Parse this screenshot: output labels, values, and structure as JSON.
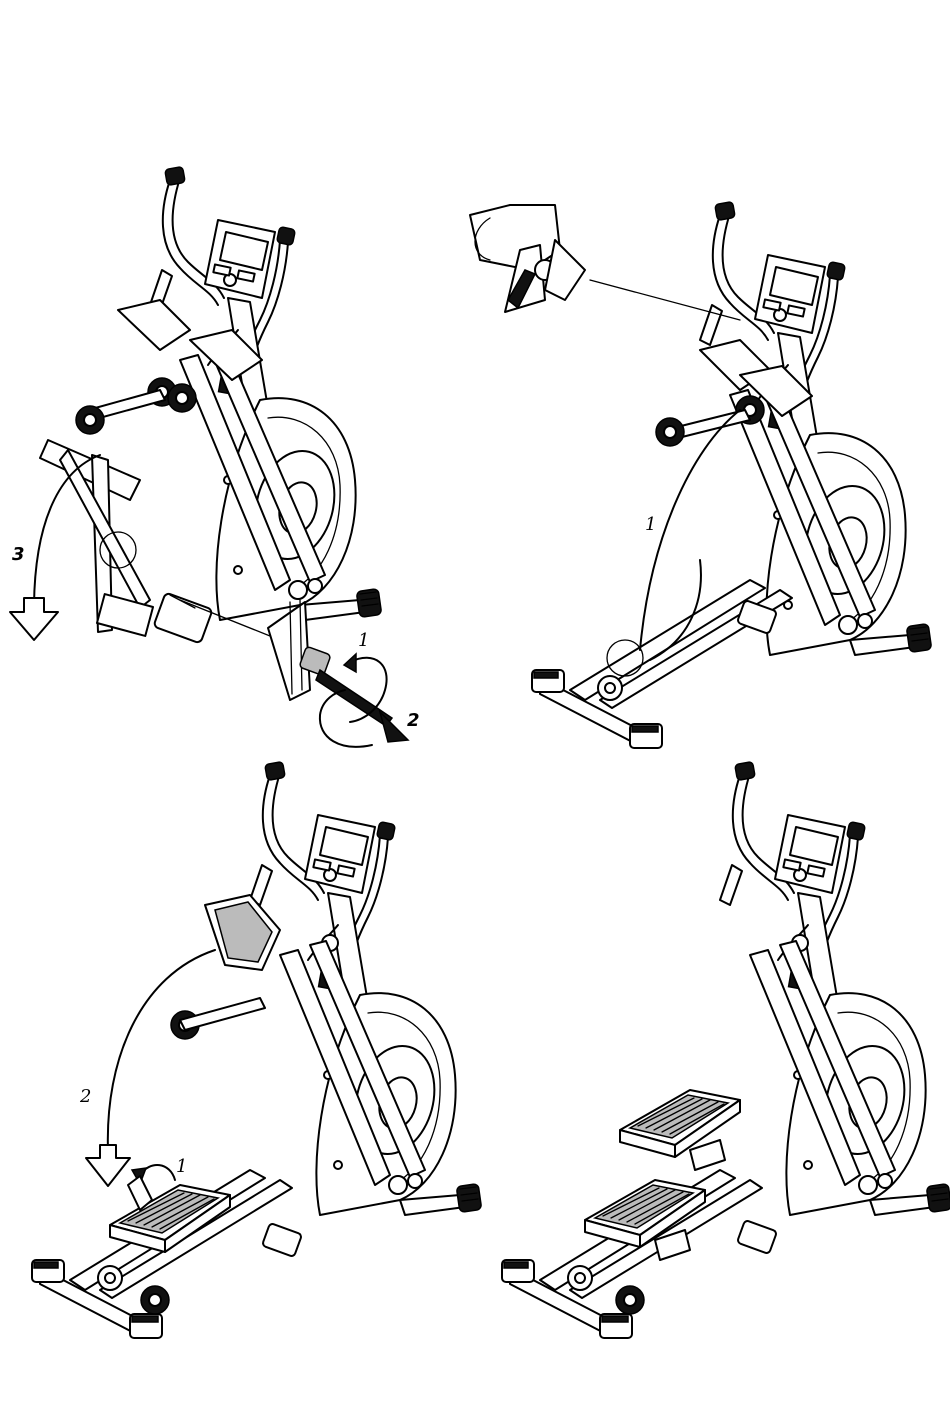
{
  "steps": {
    "step1": {
      "labels": [
        "3",
        "1",
        "2"
      ]
    },
    "step2": {
      "labels": [
        "1"
      ]
    },
    "step3": {
      "labels": [
        "2",
        "1"
      ]
    },
    "step4": {
      "labels": []
    }
  }
}
